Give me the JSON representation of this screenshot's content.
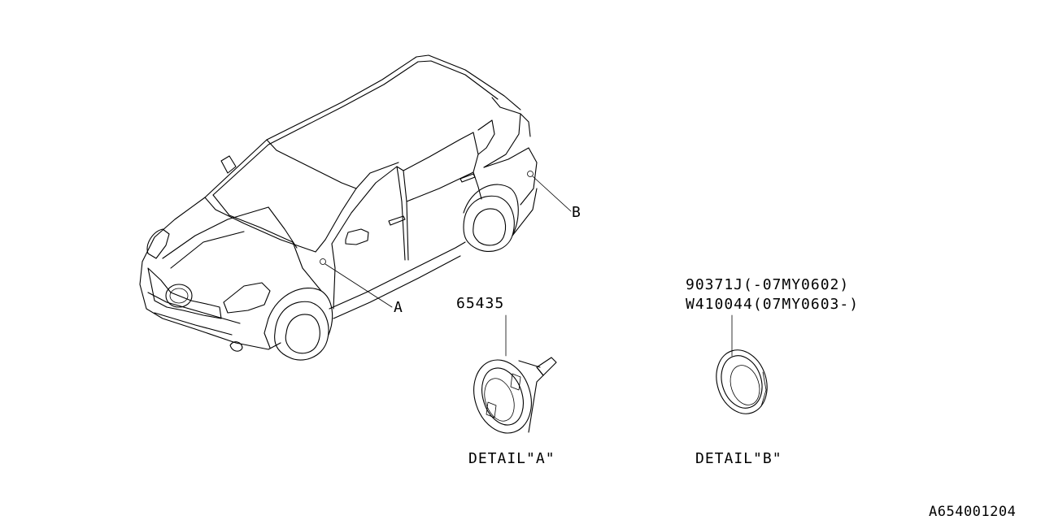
{
  "callouts": {
    "a": "A",
    "b": "B"
  },
  "parts": {
    "detail_a_part": "65435",
    "detail_b_part_1": "90371J(-07MY0602)",
    "detail_b_part_2": "W410044(07MY0603-)"
  },
  "details": {
    "a_caption": "DETAIL\"A\"",
    "b_caption": "DETAIL\"B\""
  },
  "diagram_code": "A654001204"
}
